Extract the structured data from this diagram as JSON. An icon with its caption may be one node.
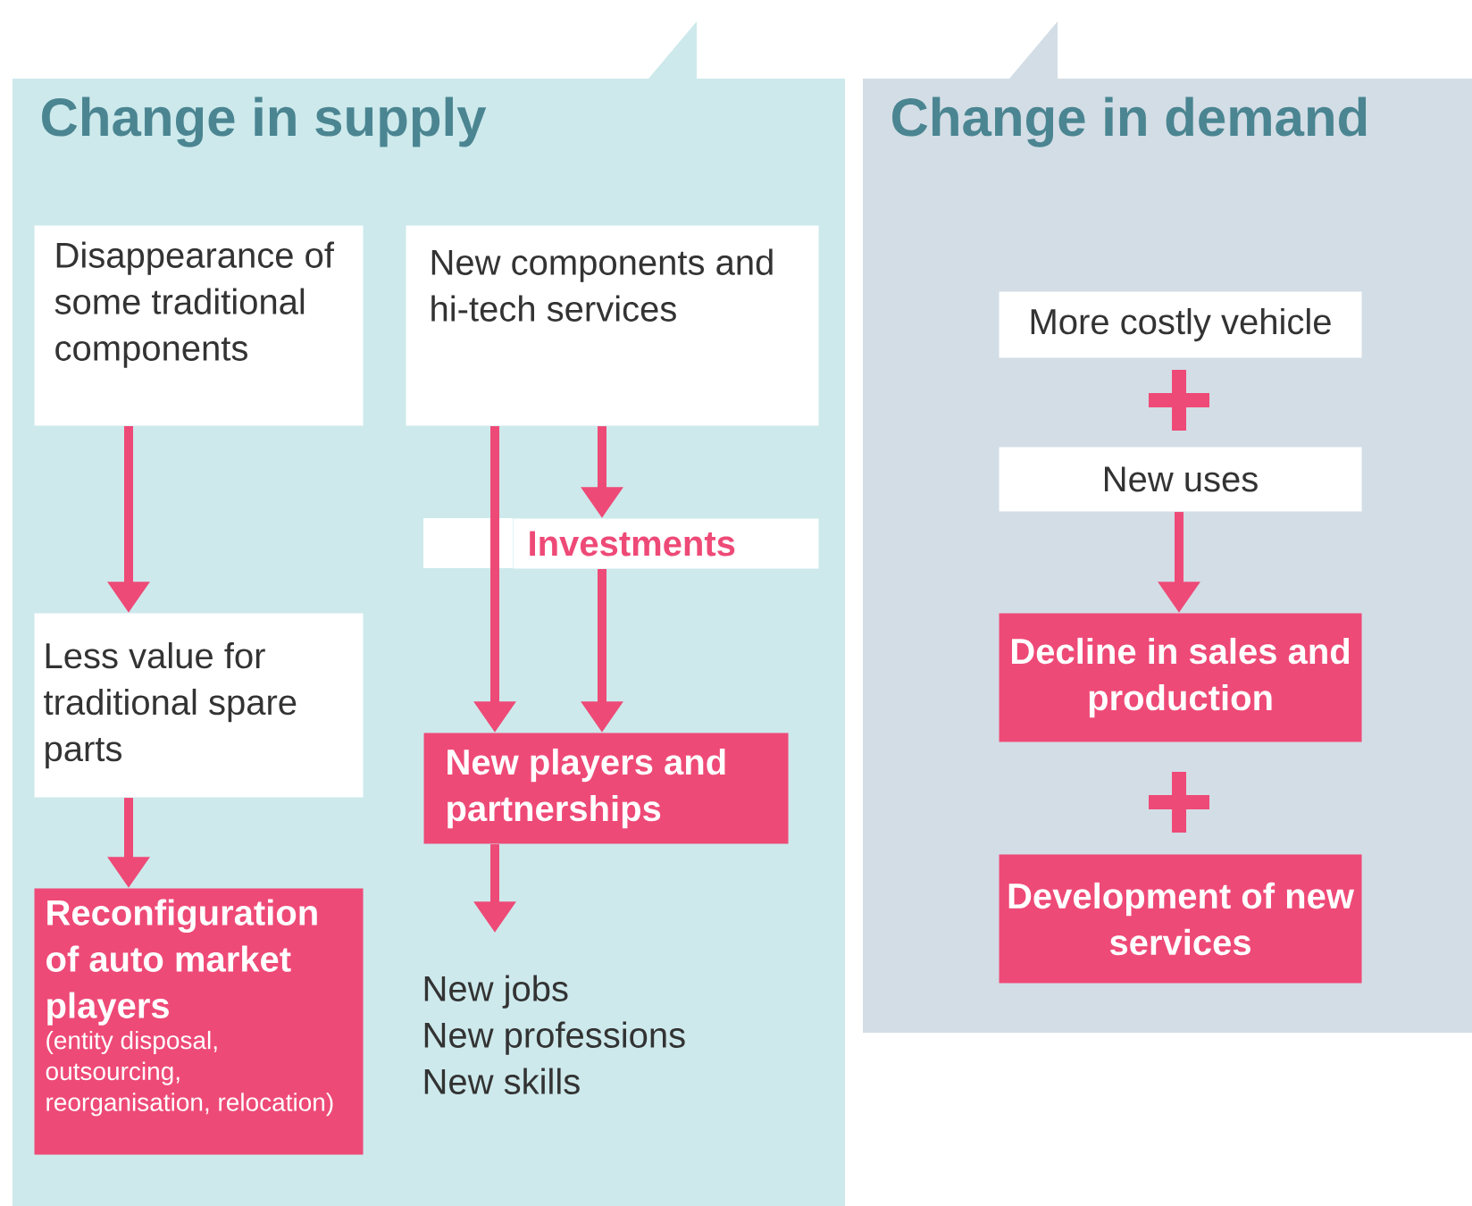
{
  "diagram": {
    "nodes": [
      {
        "text": [
          "Change in supply"
        ]
      },
      {
        "text": [
          "Disappearance of some traditional components"
        ],
        "in": 0
      },
      {
        "text": [
          "New components and hi-tech services"
        ],
        "in": 0
      },
      {
        "text": [
          "Investments"
        ],
        "in": 0
      },
      {
        "text": [
          "Less value for traditional spare parts"
        ],
        "in": 0
      },
      {
        "text": [
          "New players and partnerships"
        ],
        "in": 0
      },
      {
        "text": [
          "Reconfiguration of auto market players",
          "(entity disposal, outsourcing, reorganisation, relocation)"
        ],
        "in": 0
      },
      {
        "text": [
          "New jobs",
          "New professions",
          "New skills"
        ],
        "in": 0
      },
      {
        "text": [
          "Change in demand"
        ]
      },
      {
        "text": [
          "More costly vehicle"
        ],
        "in": 8
      },
      {
        "text": [
          "New uses"
        ],
        "in": 8
      },
      {
        "text": [
          "Decline in sales and production"
        ],
        "in": 8
      },
      {
        "text": [
          "Development of new services"
        ],
        "in": 8
      }
    ],
    "edges": [
      {
        "from": 1,
        "to": 4,
        "arrow": "to"
      },
      {
        "from": 4,
        "to": 6,
        "arrow": "to"
      },
      {
        "from": 2,
        "to": 3,
        "arrow": "to"
      },
      {
        "from": 2,
        "to": 5,
        "arrow": "to"
      },
      {
        "from": 3,
        "to": 5,
        "arrow": "to"
      },
      {
        "from": 5,
        "to": 7,
        "arrow": "to"
      },
      {
        "from": 10,
        "to": 11,
        "arrow": "to"
      }
    ]
  }
}
